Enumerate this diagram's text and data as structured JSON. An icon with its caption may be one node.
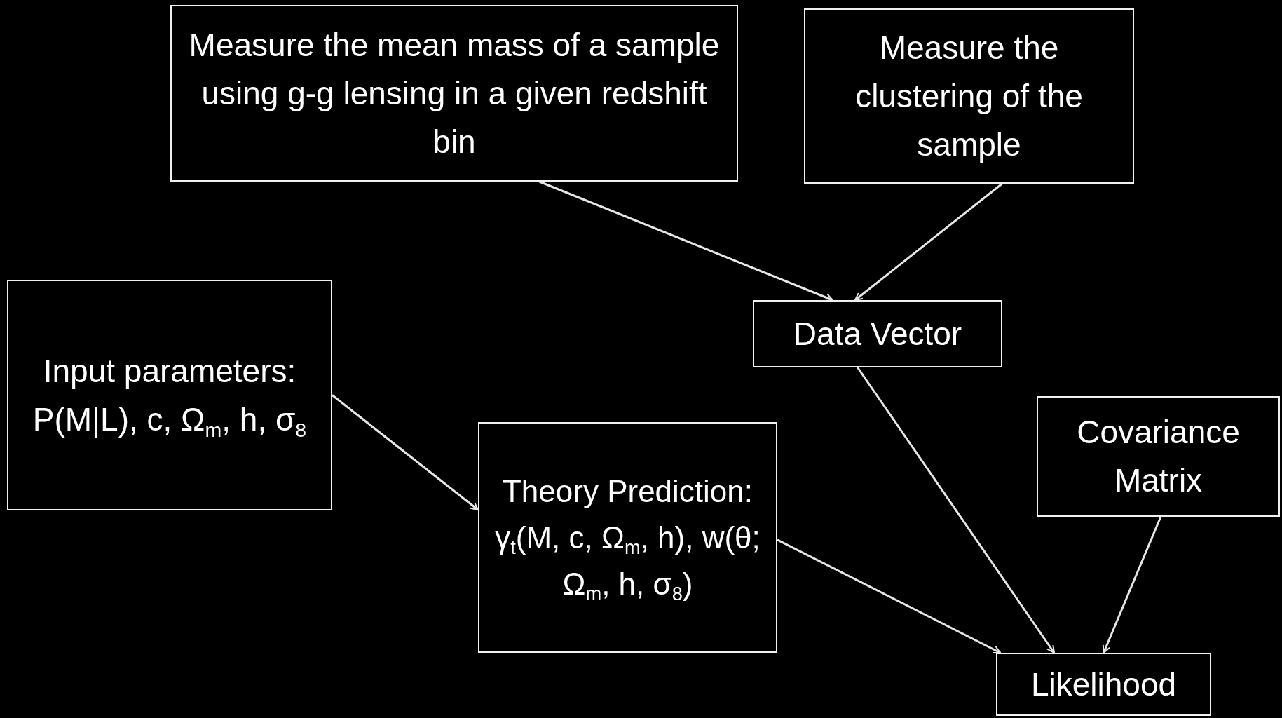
{
  "diagram": {
    "nodes": [
      {
        "text": [
          "Measure the mean mass of a sample using g-g lensing in a given redshift bin"
        ]
      },
      {
        "text": [
          "Measure the clustering of the sample"
        ]
      },
      {
        "text": [
          "Input parameters: P(M|L), c, Ω$_{m}$, h, σ$_{8}$"
        ]
      },
      {
        "text": [
          "Data Vector"
        ]
      },
      {
        "text": [
          "Covariance Matrix"
        ]
      },
      {
        "text": [
          "Theory Prediction: γ$_{t}$(M, c, Ω$_{m}$, h), w(θ; Ω$_{m}$, h, σ$_{8}$)"
        ]
      },
      {
        "text": [
          "Likelihood"
        ]
      }
    ],
    "edges": [
      {
        "from": 0,
        "to": 3,
        "arrow": "to"
      },
      {
        "from": 1,
        "to": 3,
        "arrow": "to"
      },
      {
        "from": 2,
        "to": 5,
        "arrow": "to"
      },
      {
        "from": 3,
        "to": 6,
        "arrow": "to"
      },
      {
        "from": 5,
        "to": 6,
        "arrow": "to"
      },
      {
        "from": 4,
        "to": 6,
        "arrow": "to"
      }
    ]
  }
}
